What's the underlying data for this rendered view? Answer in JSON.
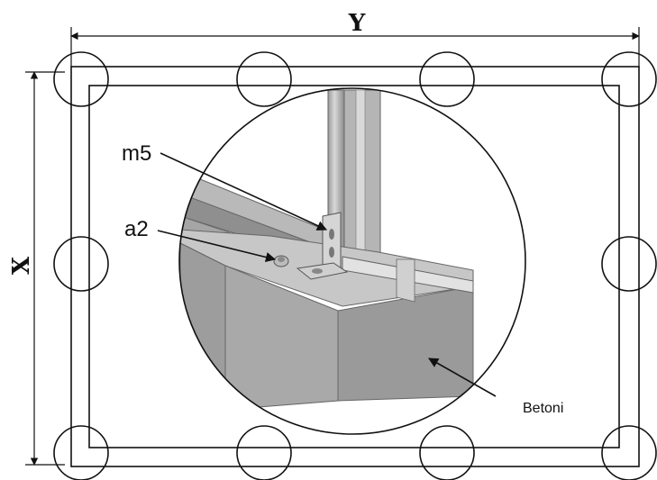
{
  "dimensions": {
    "width_label": "Y",
    "height_label": "X"
  },
  "callouts": {
    "bracket": "m5",
    "bolt": "a2",
    "concrete": "Betoni"
  }
}
